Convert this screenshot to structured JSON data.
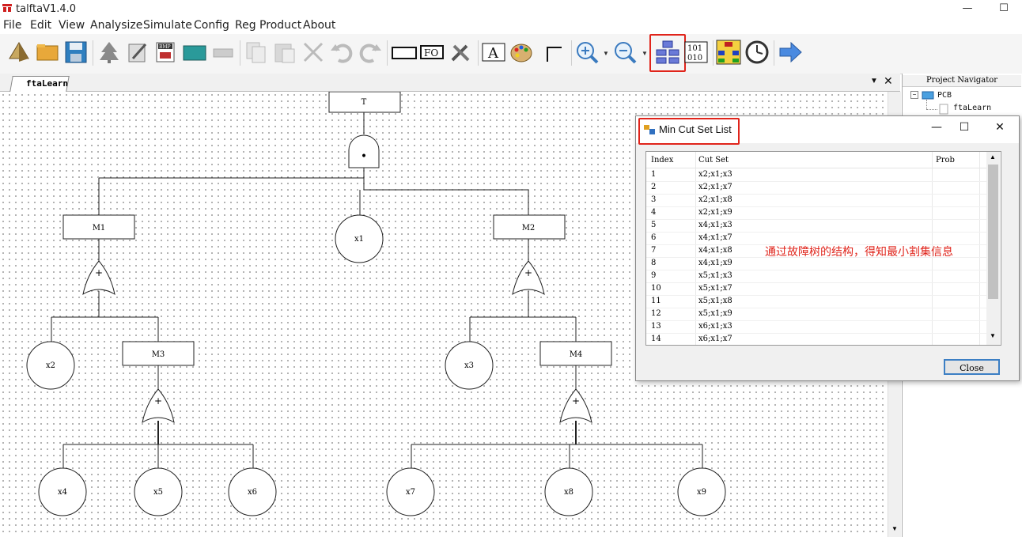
{
  "window": {
    "title": "talftaV1.4.0",
    "controls": [
      "—",
      "☐"
    ]
  },
  "menu": [
    "File",
    "Edit",
    "View",
    "Analysize",
    "Simulate",
    "Config",
    "Reg Product",
    "About"
  ],
  "toolbar": {
    "tools": [
      "open-project-icon",
      "open-folder-icon",
      "save-icon",
      "tree-icon",
      "edit-doc-icon",
      "bmp-export-icon",
      "book-icon",
      "disabled-tool-icon",
      "copy-icon",
      "paste-icon",
      "delete-icon",
      "undo-icon",
      "redo-icon",
      "rectangle-event-icon",
      "fo-icon",
      "tools-icon",
      "text-a-icon",
      "palette-icon",
      "connector-icon",
      "zoom-in-icon",
      "zoom-out-icon",
      "min-cut-set-icon",
      "binary-icon",
      "analysis-grid-icon",
      "clock-icon",
      "next-arrow-icon"
    ]
  },
  "tab": {
    "label": "ftaLearn"
  },
  "navigator": {
    "title": "Project Navigator",
    "root": "PCB",
    "child": "ftaLearn"
  },
  "fault_tree": {
    "top": "T",
    "mid_events": [
      "M1",
      "M2",
      "M3",
      "M4"
    ],
    "basic_events": [
      "x1",
      "x2",
      "x3",
      "x4",
      "x5",
      "x6",
      "x7",
      "x8",
      "x9"
    ],
    "gate_and": "•",
    "gate_or": "+"
  },
  "dialog": {
    "title": "Min Cut Set List",
    "columns": [
      "Index",
      "Cut Set",
      "Prob"
    ],
    "rows": [
      [
        "1",
        "x2;x1;x3"
      ],
      [
        "2",
        "x2;x1;x7"
      ],
      [
        "3",
        "x2;x1;x8"
      ],
      [
        "4",
        "x2;x1;x9"
      ],
      [
        "5",
        "x4;x1;x3"
      ],
      [
        "6",
        "x4;x1;x7"
      ],
      [
        "7",
        "x4;x1;x8"
      ],
      [
        "8",
        "x4;x1;x9"
      ],
      [
        "9",
        "x5;x1;x3"
      ],
      [
        "10",
        "x5;x1;x7"
      ],
      [
        "11",
        "x5;x1;x8"
      ],
      [
        "12",
        "x5;x1;x9"
      ],
      [
        "13",
        "x6;x1;x3"
      ],
      [
        "14",
        "x6;x1;x7"
      ]
    ],
    "annotation": "通过故障树的结构，得知最小割集信息",
    "close_label": "Close"
  }
}
